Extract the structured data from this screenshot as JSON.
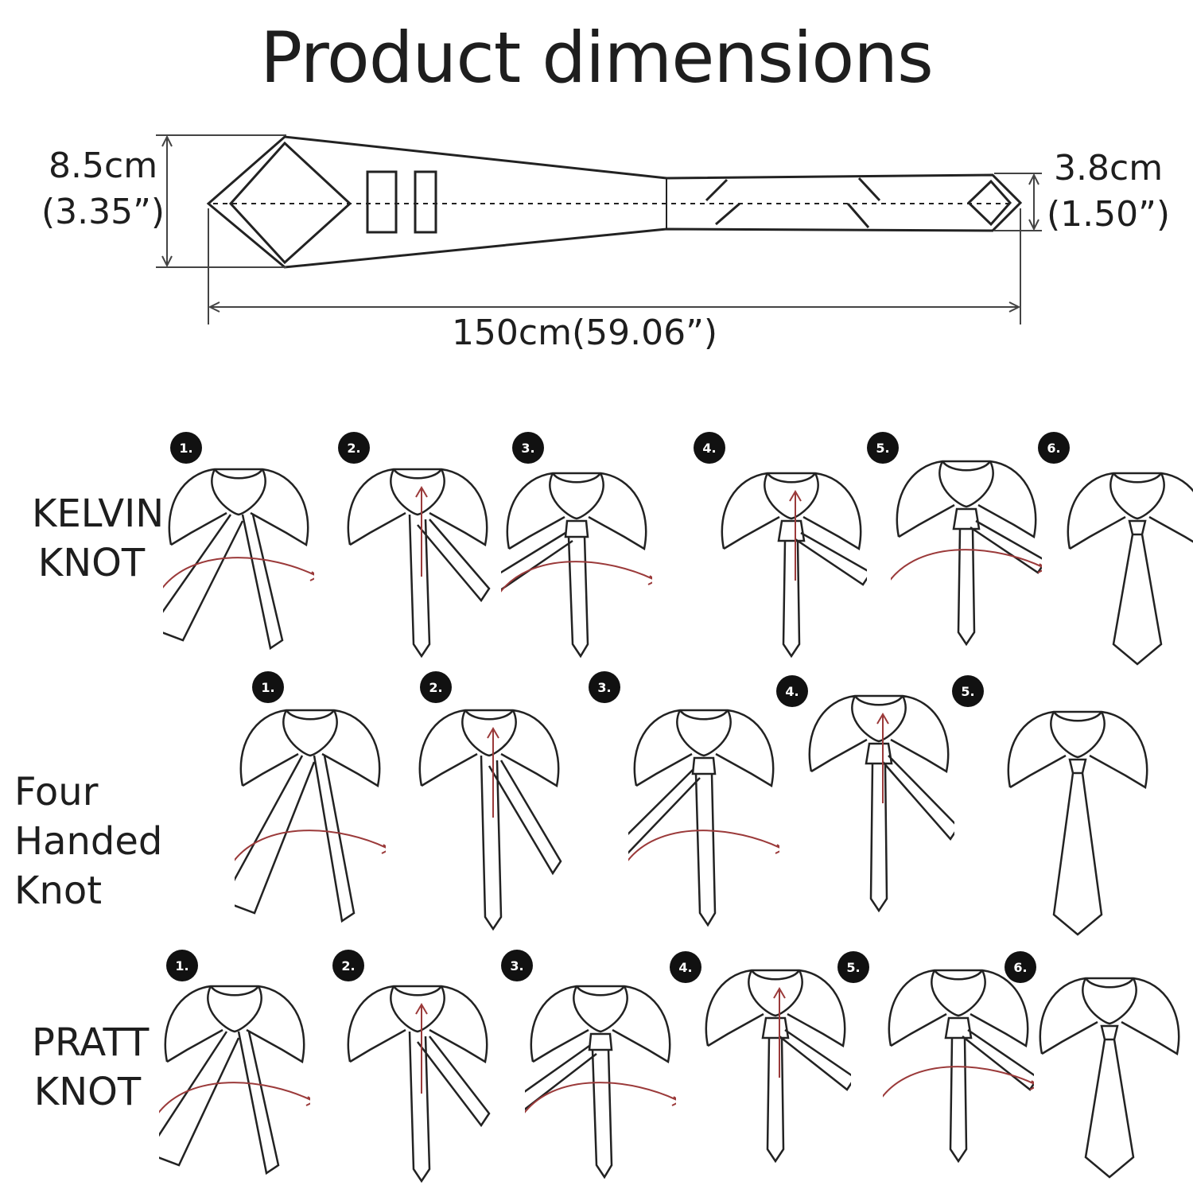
{
  "title": "Product dimensions",
  "dimensions": {
    "width_wide_cm": "8.5cm",
    "width_wide_in": "(3.35”)",
    "width_narrow_cm": "3.8cm",
    "width_narrow_in": "(1.50”)",
    "length": "150cm(59.06”)"
  },
  "colors": {
    "line": "#222222",
    "arrow": "#9b3a3a",
    "badge": "#111111"
  },
  "rows": [
    {
      "label_line1": "KELVIN",
      "label_line2": "KNOT",
      "steps": [
        "1.",
        "2.",
        "3.",
        "4.",
        "5.",
        "6."
      ]
    },
    {
      "label_line1": "Four Handed",
      "label_line2": "Knot",
      "steps": [
        "1.",
        "2.",
        "3.",
        "4.",
        "5."
      ]
    },
    {
      "label_line1": "PRATT",
      "label_line2": "KNOT",
      "steps": [
        "1.",
        "2.",
        "3.",
        "4.",
        "5.",
        "6."
      ]
    }
  ]
}
